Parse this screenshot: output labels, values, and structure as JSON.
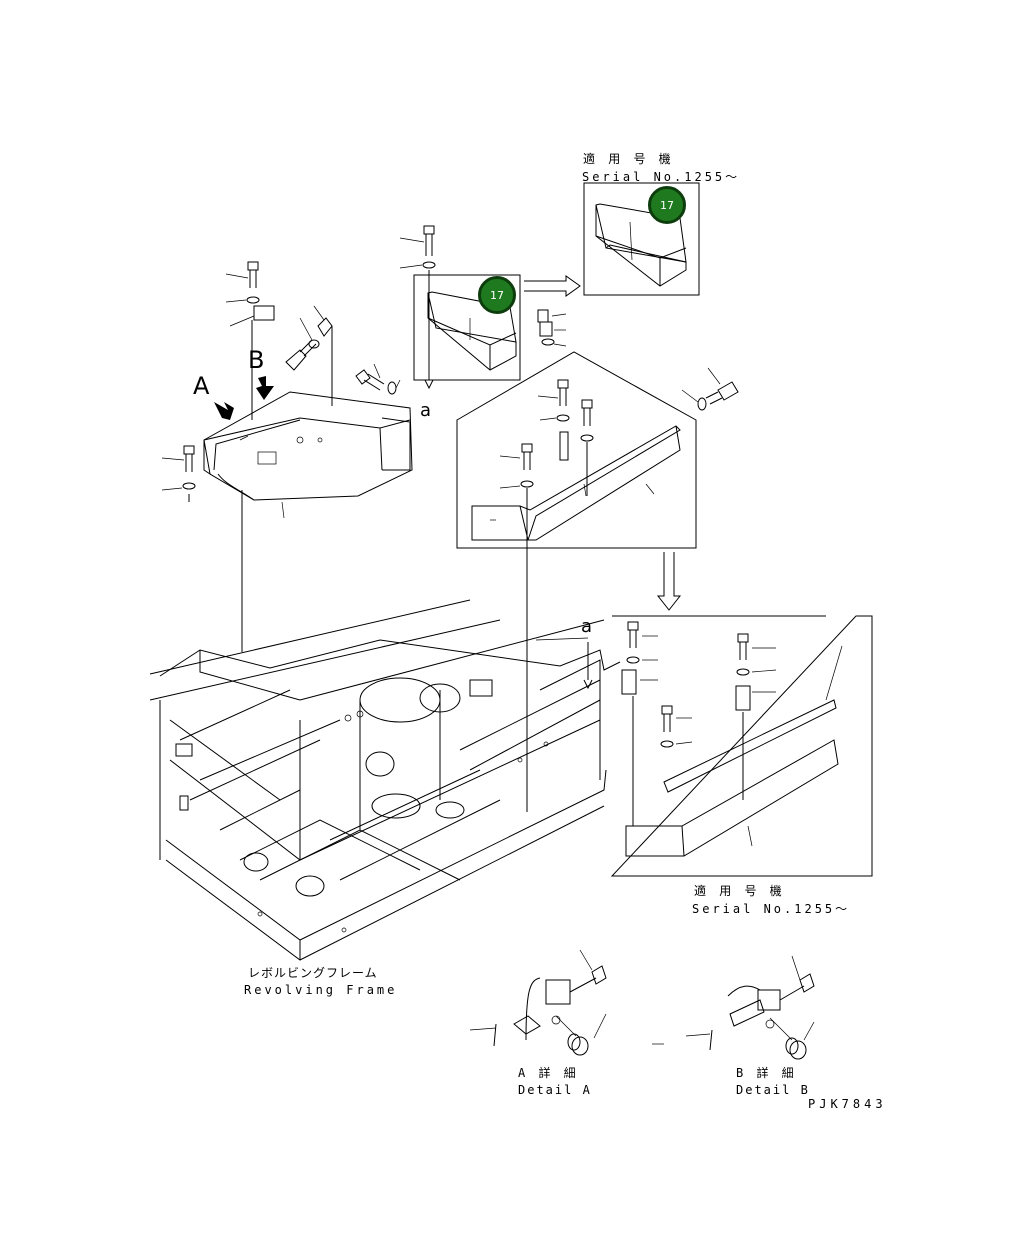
{
  "labels": {
    "serial_top_jp": "適 用 号 機",
    "serial_top_en": "Serial No.1255～",
    "serial_bottom_jp": "適 用 号 機",
    "serial_bottom_en": "Serial No.1255～",
    "frame_jp": "レボルビングフレーム",
    "frame_en": "Revolving Frame",
    "detail_a_jp": "A 詳 細",
    "detail_a_en": "Detail A",
    "detail_b_jp": "B 詳 細",
    "detail_b_en": "Detail B",
    "drawing_code": "PJK7843",
    "view_a": "A",
    "view_b": "B",
    "ref_a_1": "a",
    "ref_a_2": "a"
  },
  "callouts": [
    {
      "number": "17",
      "color": "#1f7a1f"
    },
    {
      "number": "17",
      "color": "#1f7a1f"
    }
  ]
}
